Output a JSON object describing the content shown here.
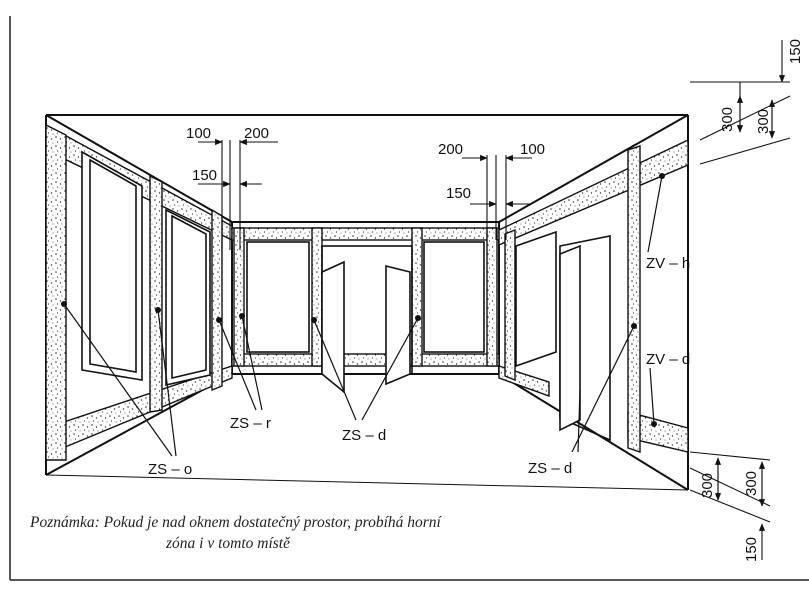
{
  "labels": {
    "zs_o": "ZS – o",
    "zs_r": "ZS – r",
    "zs_d_center": "ZS – d",
    "zs_d_right": "ZS – d",
    "zv_h": "ZV – h",
    "zv_d": "ZV – d"
  },
  "dimensions": {
    "d100_left": "100",
    "d200_left": "200",
    "d150_left": "150",
    "d200_right": "200",
    "d100_right": "100",
    "d150_right": "150",
    "d150_top": "150",
    "d300_top_a": "300",
    "d300_top_b": "300",
    "d300_bottom_a": "300",
    "d300_bottom_b": "300",
    "d150_bottom": "150"
  },
  "note": {
    "line1": "Poznámka: Pokud je nad oknem dostatečný prostor, probíhá horní",
    "line2": "zóna i v tomto místě"
  }
}
